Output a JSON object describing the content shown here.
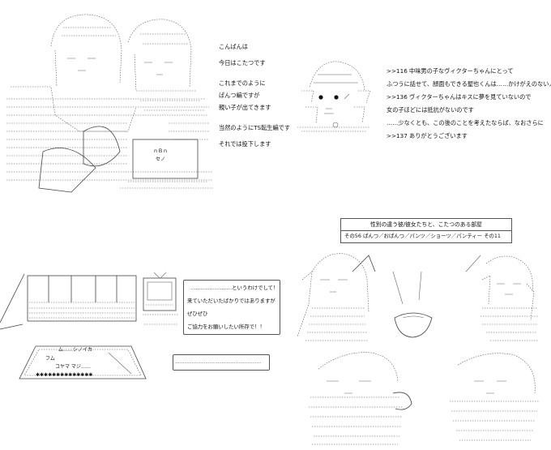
{
  "panel1": {
    "lines": [
      "こんばんは",
      "今日はこたつです",
      "これまでのように",
      "ぱんつ編ですが",
      "親い子が出てきます",
      "当然のようにTS転生編です",
      "それでは投下します"
    ],
    "laptop_text": [
      "ｎＢｎ",
      "セノ"
    ]
  },
  "panel2": {
    "lines": [
      ">>116 中味男の子なヴィクターちゃんにとって",
      "ふつうに話せて、顔面もできる聖也くんは……かけがえのない人です",
      ">>136 ヴィクターちゃんはキスに夢を見ていないので",
      "女の子ほどには抵抗がないのです",
      "……少なくとも、この後のことを考えたならば、なおさらに",
      ">>137 ありがとうございます"
    ]
  },
  "title_box": {
    "line1": "性別の違う彼/彼女たちと、こたつのある部屋",
    "line2": "その56 ぱんつ／おぱんつ／パンツ／ショーツ／パンティー その11"
  },
  "panel3": {
    "speech_lines": [
      "……………………というわけでして！",
      "来ていただいたばかりではありますが",
      "ぜひぜひ",
      "ご協力をお願いしたい所存で！！"
    ],
    "empty_bubble": "…………………………………………………",
    "rug_text": [
      "ム……シノイカ",
      "フム",
      "コヤマ マジ……",
      "✱✱✱✱✱✱✱✱✱✱✱✱✱✱"
    ]
  },
  "colors": {
    "text": "#111111",
    "art": "#333333",
    "background": "#ffffff"
  }
}
